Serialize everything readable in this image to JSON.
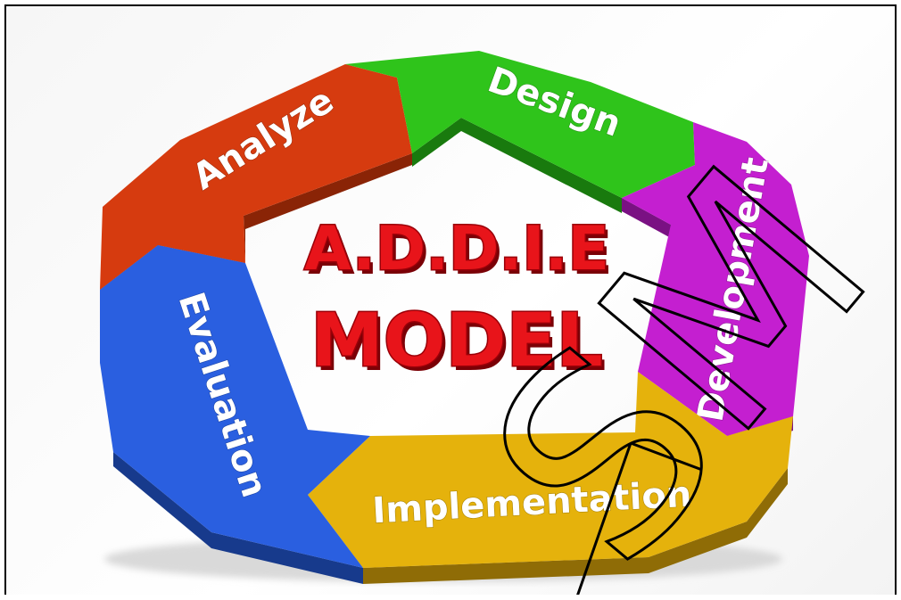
{
  "diagram": {
    "title_line1": "A.D.D.I.E",
    "title_line2": "MODEL",
    "segments": [
      {
        "label": "Analyze",
        "color": "#d63b0f"
      },
      {
        "label": "Design",
        "color": "#2fc41b"
      },
      {
        "label": "Development",
        "color": "#c41fd0"
      },
      {
        "label": "Implementation",
        "color": "#e5b20c"
      },
      {
        "label": "Evaluation",
        "color": "#2a5fe0"
      }
    ],
    "watermark": "SM"
  },
  "colors": {
    "title_red": "#e8141a",
    "background": "#ffffff",
    "border": "#000000"
  }
}
